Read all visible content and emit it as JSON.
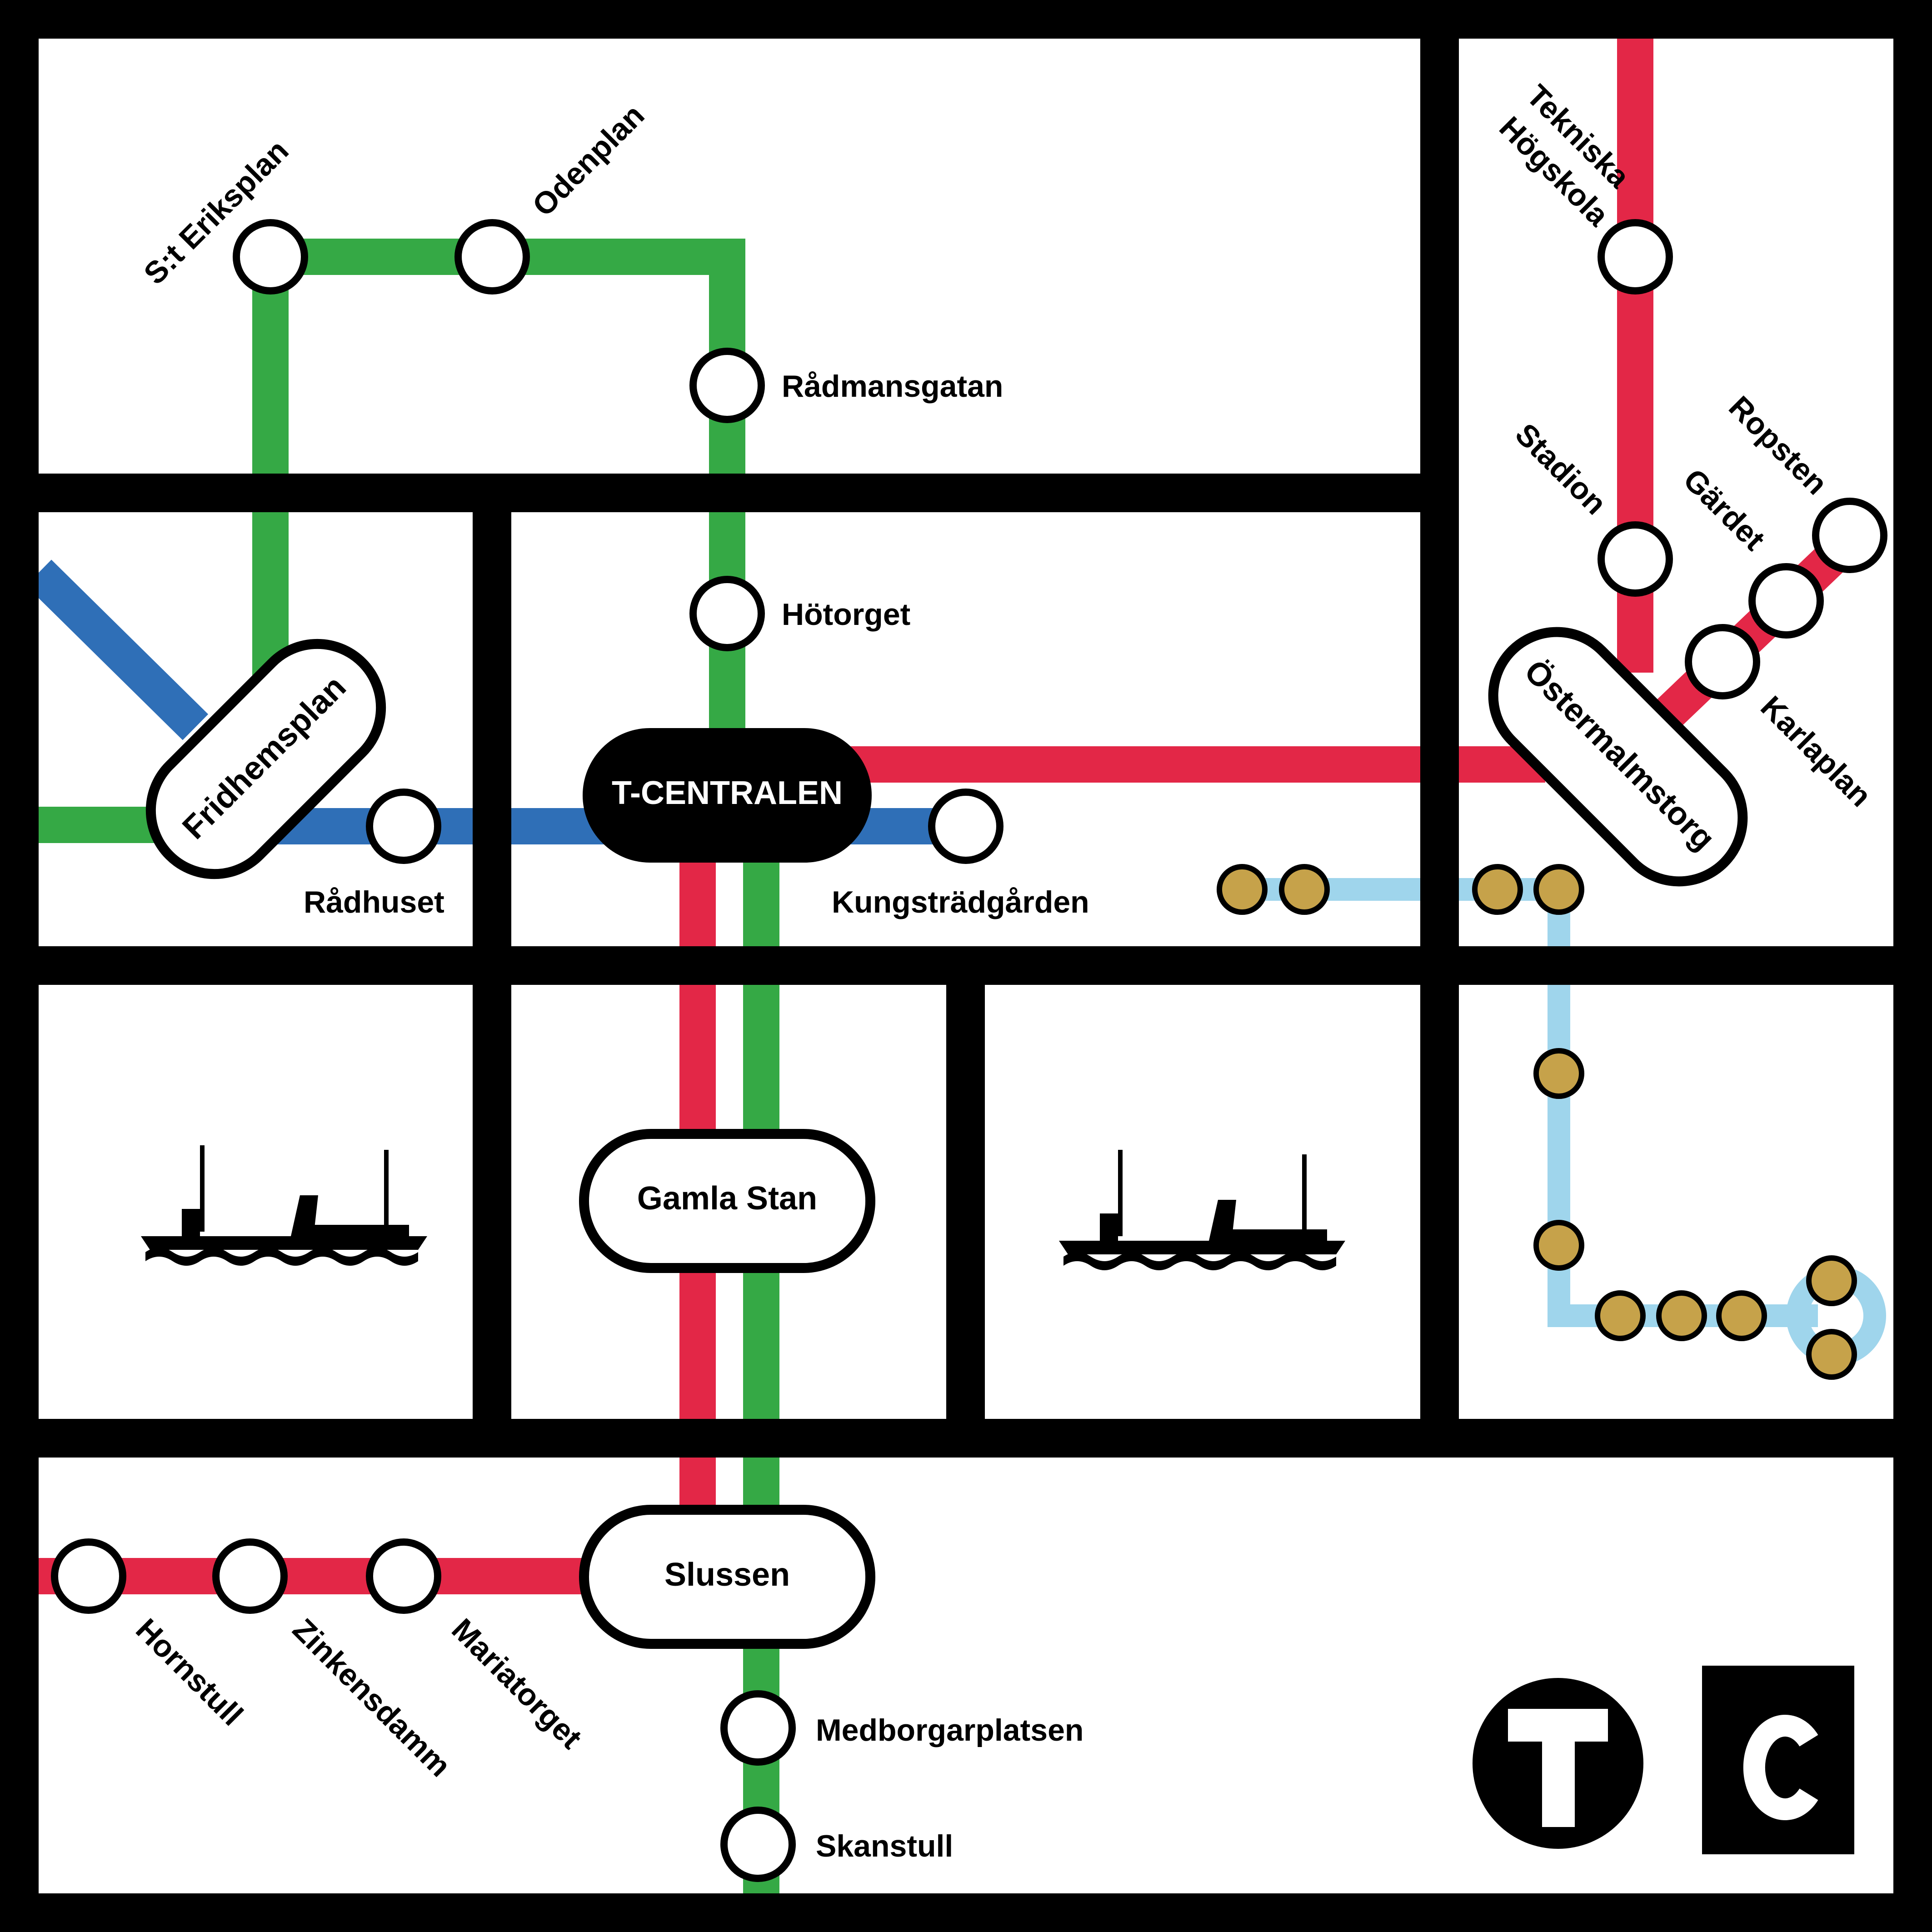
{
  "colors": {
    "frame": "#000000",
    "red_line": "#e32747",
    "green_line": "#35a945",
    "blue_line": "#2f6fb7",
    "light_blue_line": "#9fd5ec",
    "gold_stop": "#c6a24a",
    "station_fill": "#ffffff",
    "hub_dark": "#000000"
  },
  "stations": {
    "st_eriksplan": "S:t Eriksplan",
    "odenplan": "Odenplan",
    "radmansgatan": "Rådmansgatan",
    "hotorget": "Hötorget",
    "t_centralen": "T-CENTRALEN",
    "fridhemsplan": "Fridhemsplan",
    "radhuset": "Rådhuset",
    "kungstradgarden": "Kungsträdgården",
    "ostermalmstorg": "Östermalmstorg",
    "tekniska_1": "Tekniska",
    "tekniska_2": "Högskola",
    "stadion": "Stadion",
    "gardet": "Gärdet",
    "ropsten": "Ropsten",
    "karlaplan": "Karlaplan",
    "gamla_stan": "Gamla Stan",
    "slussen": "Slussen",
    "hornstull": "Hornstull",
    "zinkensdamm": "Zinkensdamm",
    "mariatorget": "Mariatorget",
    "medborgarplatsen": "Medborgarplatsen",
    "skanstull": "Skanstull"
  },
  "icons": {
    "ferry_left": "ferry-icon",
    "ferry_right": "ferry-icon",
    "metro_logo": "T",
    "commuter_logo": "C"
  }
}
